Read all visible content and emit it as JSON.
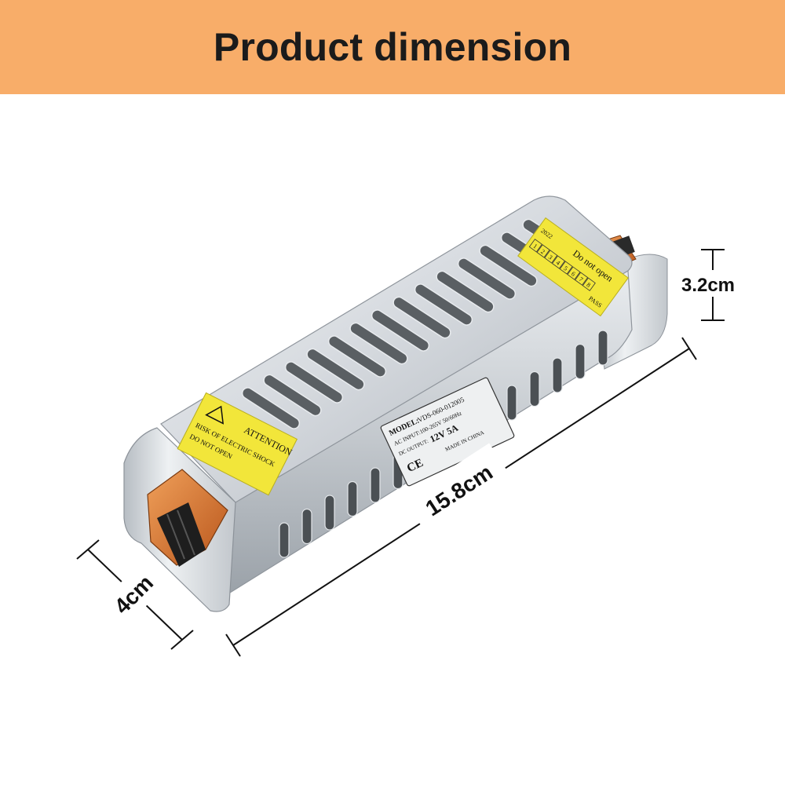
{
  "title": "Product dimension",
  "dimensions": {
    "height": "3.2cm",
    "length": "15.8cm",
    "width": "4cm"
  },
  "warning_label": {
    "heading": "ATTENTION",
    "line1": "RISK OF ELECTRIC SHOCK",
    "line2": "DO NOT OPEN"
  },
  "rating_label": {
    "model_prefix": "MODEL:",
    "model": "VDS-060-012005",
    "ac_input": "AC INPUT:100-265V 50/60Hz",
    "dc_output_prefix": "DC OUTPUT:",
    "dc_output": "12V 5A",
    "ce": "CE",
    "origin": "MADE IN CHINA"
  },
  "seal_label": {
    "text": "Do not open",
    "pass": "PASS",
    "year": "2022",
    "digits": [
      "1",
      "2",
      "3",
      "4",
      "5",
      "6",
      "7",
      "8"
    ]
  },
  "colors": {
    "banner": "#f8ad69",
    "title_text": "#1b1b1b",
    "label_yellow": "#f2e63a",
    "terminal_orange": "#d9782e",
    "metal": "#cfd3d7"
  }
}
